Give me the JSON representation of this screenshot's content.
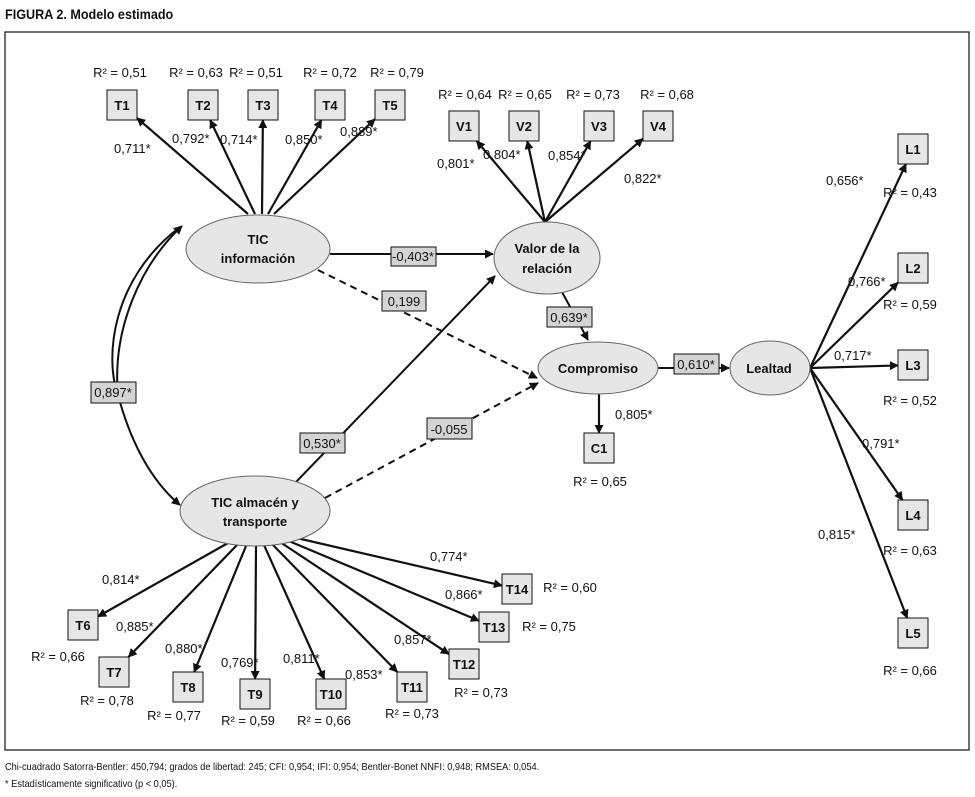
{
  "figure": {
    "title": "FIGURA 2. Modelo estimado",
    "notes": [
      "Chi-cuadrado Satorra-Bentler: 450,794; grados de libertad: 245; CFI: 0,954; IFI: 0,954; Bentler-Bonet NNFI: 0,948; RMSEA: 0,054.",
      "* Estadísticamente significativo (p < 0,05)."
    ]
  },
  "colors": {
    "node_fill": "#e6e6e6",
    "coef_box_fill": "#d4d4d4",
    "stroke": "#111111"
  },
  "latent": {
    "tic_info": {
      "line1": "TIC",
      "line2": "información"
    },
    "valor": {
      "line1": "Valor de la",
      "line2": "relación"
    },
    "compromiso": {
      "line1": "Compromiso"
    },
    "lealtad": {
      "line1": "Lealtad"
    },
    "tic_alm": {
      "line1": "TIC almacén y",
      "line2": "transporte"
    }
  },
  "indicators": {
    "T1": {
      "label": "T1",
      "loading": "0,711*",
      "r2": "R² = 0,51"
    },
    "T2": {
      "label": "T2",
      "loading": "0,792*",
      "r2": "R² = 0,63"
    },
    "T3": {
      "label": "T3",
      "loading": "0,714*",
      "r2": "R² = 0,51"
    },
    "T4": {
      "label": "T4",
      "loading": "0,850*",
      "r2": "R² = 0,72"
    },
    "T5": {
      "label": "T5",
      "loading": "0,889*",
      "r2": "R² = 0,79"
    },
    "V1": {
      "label": "V1",
      "loading": "0,801*",
      "r2": "R² = 0,64"
    },
    "V2": {
      "label": "V2",
      "loading": "0,804*",
      "r2": "R² = 0,65"
    },
    "V3": {
      "label": "V3",
      "loading": "0,854*",
      "r2": "R² = 0,73"
    },
    "V4": {
      "label": "V4",
      "loading": "0,822*",
      "r2": "R² = 0,68"
    },
    "L1": {
      "label": "L1",
      "loading": "0,656*",
      "r2": "R² = 0,43"
    },
    "L2": {
      "label": "L2",
      "loading": "0,766*",
      "r2": "R² = 0,59"
    },
    "L3": {
      "label": "L3",
      "loading": "0,717*",
      "r2": "R² = 0,52"
    },
    "L4": {
      "label": "L4",
      "loading": "0,791*",
      "r2": "R² = 0,63"
    },
    "L5": {
      "label": "L5",
      "loading": "0,815*",
      "r2": "R² = 0,66"
    },
    "C1": {
      "label": "C1",
      "loading": "0,805*",
      "r2": "R² = 0,65"
    },
    "T6": {
      "label": "T6",
      "loading": "0,814*",
      "r2": "R² = 0,66"
    },
    "T7": {
      "label": "T7",
      "loading": "0,885*",
      "r2": "R² = 0,78"
    },
    "T8": {
      "label": "T8",
      "loading": "0,880*",
      "r2": "R² = 0,77"
    },
    "T9": {
      "label": "T9",
      "loading": "0,769*",
      "r2": "R² = 0,59"
    },
    "T10": {
      "label": "T10",
      "loading": "0,811*",
      "r2": "R² = 0,66"
    },
    "T11": {
      "label": "T11",
      "loading": "0,853*",
      "r2": "R² = 0,73"
    },
    "T12": {
      "label": "T12",
      "loading": "0,857*",
      "r2": "R² = 0,73"
    },
    "T13": {
      "label": "T13",
      "loading": "0,866*",
      "r2": "R² = 0,75"
    },
    "T14": {
      "label": "T14",
      "loading": "0,774*",
      "r2": "R² = 0,60"
    }
  },
  "paths": {
    "info_to_valor": {
      "value": "-0,403*",
      "significant": true
    },
    "info_to_comp": {
      "value": "0,199",
      "significant": false
    },
    "alm_to_valor": {
      "value": "0,530*",
      "significant": true
    },
    "alm_to_comp": {
      "value": "-0,055",
      "significant": false
    },
    "valor_to_comp": {
      "value": "0,639*",
      "significant": true
    },
    "comp_to_leal": {
      "value": "0,610*",
      "significant": true
    },
    "info_alm_cov": {
      "value": "0,897*",
      "significant": true
    }
  }
}
